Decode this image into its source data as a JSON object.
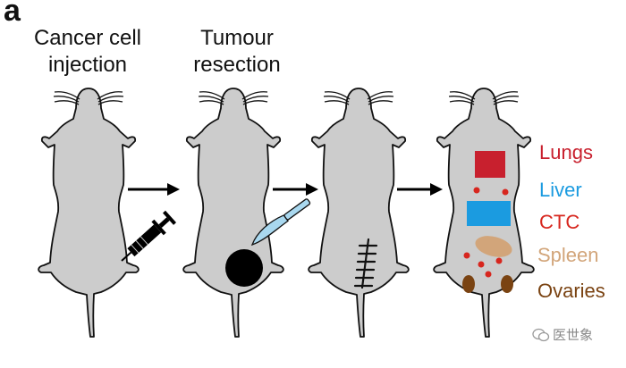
{
  "panel_letter": "a",
  "steps": [
    {
      "line1": "Cancer cell",
      "line2": "injection"
    },
    {
      "line1": "Tumour",
      "line2": "resection"
    }
  ],
  "legend": [
    {
      "label": "Lungs",
      "color": "#c8202e"
    },
    {
      "label": "Liver",
      "color": "#1b9be0"
    },
    {
      "label": "CTC",
      "color": "#d7261e"
    },
    {
      "label": "Spleen",
      "color": "#d2a57a"
    },
    {
      "label": "Ovaries",
      "color": "#7a4312"
    }
  ],
  "watermark": "医世象",
  "colors": {
    "mouse_fill": "#cccccc",
    "outline": "#111111",
    "arrow": "#000000",
    "scalpel_blade": "#a9d8ef",
    "tumour": "#000000"
  }
}
